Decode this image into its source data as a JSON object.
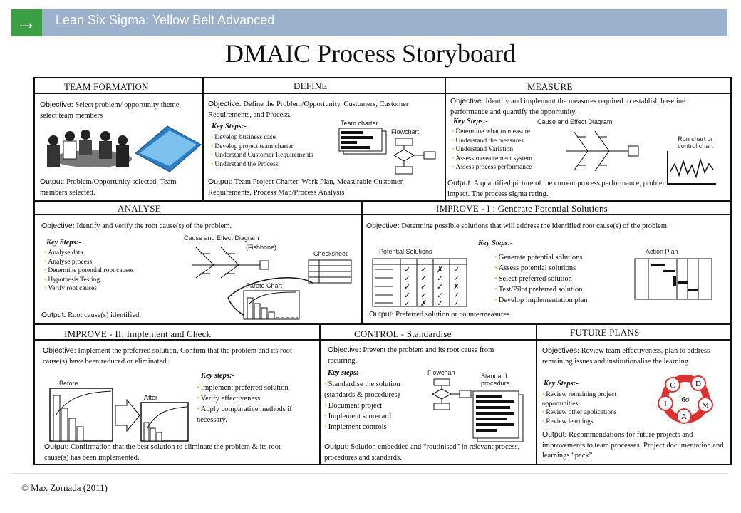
{
  "banner": {
    "text": "Lean Six Sigma: Yellow Belt Advanced"
  },
  "title": "DMAIC Process Storyboard",
  "team": {
    "header": "TEAM FORMATION",
    "objective_lbl": "Objective",
    "objective": ": Select problem/ opportunity theme,  select team members",
    "output_lbl": "Output",
    "output": ": Problem/Opportunity selected, Team members selected."
  },
  "define": {
    "header": "DEFINE",
    "objective_lbl": "Objective",
    "objective": ": Define the Problem/Opportunity, Customers, Customer Requirements, and Process.",
    "keysteps": "Key Steps:-",
    "steps": [
      "Develop business case",
      "Develop project team charter",
      "Understand Customer Requirements",
      "Understand the Process."
    ],
    "team_charter": "Team charter",
    "flowchart": "Flowchart",
    "output_lbl": "Output",
    "output": ": Team Project Charter, Work Plan, Measurable Customer Requirements, Process Map/Process Analysis"
  },
  "measure": {
    "header": "MEASURE",
    "objective_lbl": "Objective",
    "objective": ": Identify and implement the measures required to establish baseline performance and quantify the opportunity.",
    "keysteps": "Key Steps:-",
    "steps": [
      "Determine what to measure",
      "Understand the measures",
      "Understand Variation",
      "Assess measurement  system",
      "Assess process performance"
    ],
    "cause_effect": "Cause and Effect Diagram",
    "run_chart": "Run chart or control chart",
    "output_lbl": "Output",
    "output": ": A quantified picture of the current process performance, problem impact. The process sigma rating."
  },
  "analyse": {
    "header": "ANALYSE",
    "objective_lbl": "Objective",
    "objective": ": Identify and verify the root cause(s)  of the problem.",
    "keysteps": "Key Steps:-",
    "steps": [
      "Analyse data",
      "Analyse process",
      "Determine potential root causes",
      "Hypothesis Testing",
      "Verify root causes"
    ],
    "cause_effect": "Cause and Effect Diagram",
    "fishbone": "(Fishbone)",
    "checksheet": "Checksheet",
    "pareto": "Pareto Chart",
    "output_lbl": "Output",
    "output": ": Root cause(s) identified."
  },
  "improve1": {
    "header": "IMPROVE - I : Generate Potential Solutions",
    "objective_lbl": "Objective",
    "objective": ": Determine possible solutions that will  address the identified root cause(s)  of the problem.",
    "keysteps": "Key Steps:-",
    "steps": [
      "Generate potential solutions",
      "Assess potential solutions",
      "Select preferred solution",
      "Test/Pilot preferred solution",
      "Develop implementation plan"
    ],
    "potential": "Potential Solutions",
    "action_plan": "Action Plan",
    "output_lbl": "Output",
    "output": ": Preferred solution or countermeasures"
  },
  "improve2": {
    "header": "IMPROVE - II: Implement and Check",
    "objective_lbl": "Objective",
    "objective": ": Implement the preferred solution. Confirm that the problem and its root cause(s) have been reduced or eliminated.",
    "keysteps": "Key steps:-",
    "steps": [
      "Implement preferred solution",
      "Verify effectiveness",
      "Apply comparative methods if necessary."
    ],
    "before": "Before",
    "after": "After",
    "output_lbl": "Output",
    "output": ": Confirmation that the best solution to eliminate the problem & its root cause(s) has been implemented."
  },
  "control": {
    "header": "CONTROL - Standardise",
    "objective_lbl": "Objective",
    "objective": ": Prevent the problem and its root cause from recurring.",
    "keysteps": "Key steps:-",
    "steps": [
      "Standardise the solution (standards & procedures)",
      "Document project",
      "Implement scorecard",
      "Implement controls"
    ],
    "flowchart": "Flowchart",
    "standard": "Standard procedure",
    "output_lbl": "Output",
    "output": ": Solution embedded and “routinised” in relevant process, procedures and standards."
  },
  "future": {
    "header": "FUTURE PLANS",
    "objective_lbl": "Objectives",
    "objective": ": Review team effectiveness, plan to address remaining issues and institutionalise the learning.",
    "keysteps": "Key Steps:-",
    "steps": [
      "Review remaining project opportunities",
      "Review other applications",
      "Review learnings"
    ],
    "cycle": {
      "d": "D",
      "m": "M",
      "a": "A",
      "i": "I",
      "c": "C",
      "center": "6σ"
    },
    "output_lbl": "Output",
    "output": ": Recommendations for future projects and improvements to team processes. Project documentation and learnings “pack”"
  },
  "footer": "© Max Zornada (2011)"
}
